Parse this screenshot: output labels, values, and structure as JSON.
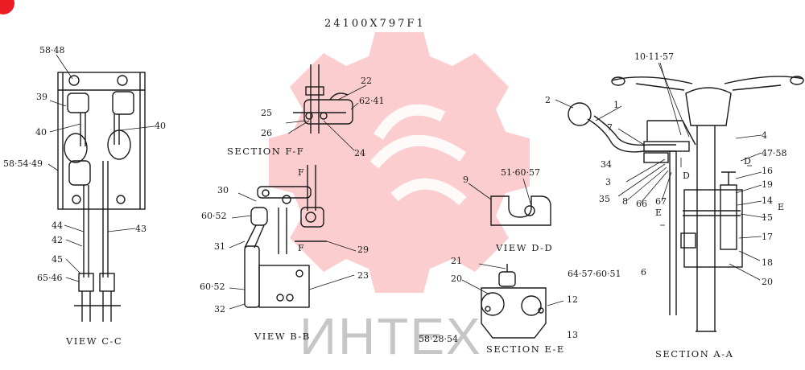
{
  "title": "24100X797F1",
  "watermark": "ИНТЕХ",
  "colors": {
    "logo": "#ec1c24",
    "ink": "#1a1a1a"
  },
  "views": {
    "view_cc": {
      "caption": "VIEW C-C",
      "labels": [
        "58·48",
        "39",
        "40",
        "40",
        "58·54·49",
        "44",
        "43",
        "42",
        "45",
        "65·46"
      ]
    },
    "section_ff": {
      "caption": "SECTION F-F",
      "labels": [
        "22",
        "62·41",
        "25",
        "26",
        "24"
      ]
    },
    "view_bb": {
      "caption": "VIEW B-B",
      "labels": [
        "F",
        "30",
        "60·52",
        "31",
        "29",
        "F",
        "60·52",
        "23",
        "32"
      ]
    },
    "view_dd": {
      "caption": "VIEW D-D",
      "labels": [
        "9",
        "51·60·57"
      ]
    },
    "section_ee": {
      "caption": "SECTION E-E",
      "labels": [
        "21",
        "20",
        "64·57·60·51",
        "12",
        "58·28·54",
        "13"
      ]
    },
    "section_aa": {
      "caption": "SECTION A-A",
      "labels": [
        "10·11·57",
        "2",
        "1",
        "7",
        "4",
        "47·58",
        "34",
        "D",
        "D",
        "16",
        "3",
        "19",
        "35",
        "8",
        "66",
        "67",
        "14",
        "E",
        "E",
        "15",
        "17",
        "6",
        "18",
        "20"
      ]
    }
  }
}
